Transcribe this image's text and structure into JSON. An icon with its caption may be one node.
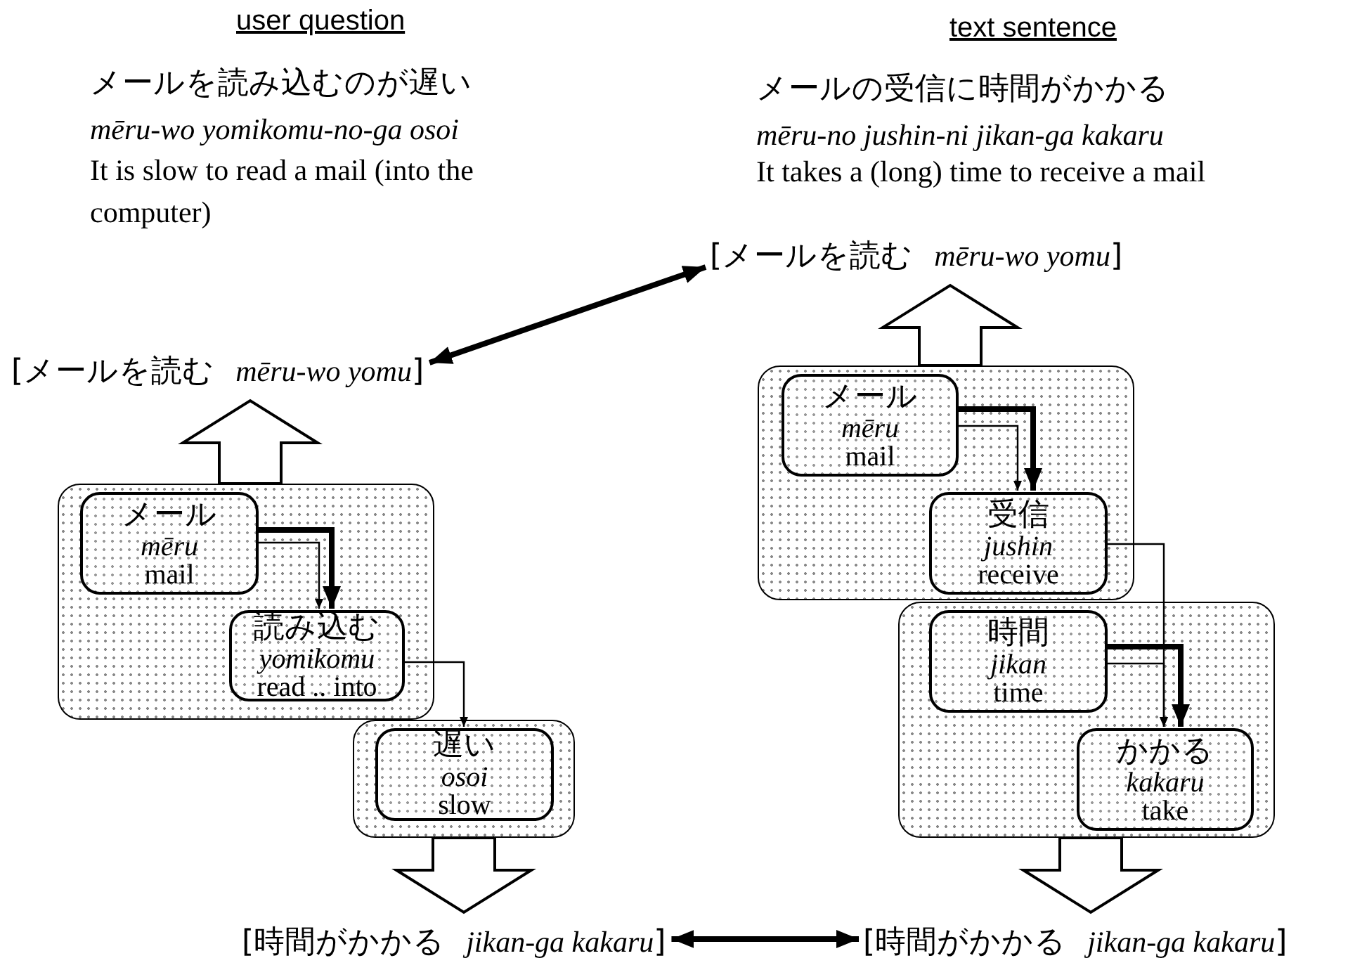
{
  "diagram": {
    "nodes": [
      {
        "text": [],
        "shape": "box"
      },
      {
        "text": [
          "メール",
          "mēru",
          "mail"
        ],
        "in": 0
      },
      {
        "text": [
          "読み込む",
          "yomikomu",
          "read .. into"
        ],
        "in": 0
      },
      {
        "text": [],
        "shape": "box"
      },
      {
        "text": [
          "遅い",
          "osoi",
          "slow"
        ],
        "in": 3
      },
      {
        "text": [],
        "shape": "box"
      },
      {
        "text": [
          "メール",
          "mēru",
          "mail"
        ],
        "in": 5
      },
      {
        "text": [
          "受信",
          "jushin",
          "receive"
        ],
        "in": 5
      },
      {
        "text": [],
        "shape": "box"
      },
      {
        "text": [
          "時間",
          "jikan",
          "time"
        ],
        "in": 8
      },
      {
        "text": [
          "かかる",
          "kakaru",
          "take"
        ],
        "in": 8
      },
      {
        "text": [
          "[メールを読む  *mēru-wo yomu*]"
        ]
      },
      {
        "text": [
          "[メールを読む  *mēru-wo yomu*]"
        ]
      },
      {
        "text": [
          "[時間がかかる  *jikan-ga kakaru*]"
        ]
      },
      {
        "text": [
          "[時間がかかる  *jikan-ga kakaru*]"
        ]
      }
    ],
    "edges": [
      {
        "from": 1,
        "to": 2,
        "arrow": "to"
      },
      {
        "from": 1,
        "to": 2,
        "arrow": "to",
        "style": "thick"
      },
      {
        "from": 2,
        "to": 4,
        "arrow": "to"
      },
      {
        "from": 6,
        "to": 7,
        "arrow": "to"
      },
      {
        "from": 6,
        "to": 7,
        "arrow": "to",
        "style": "thick"
      },
      {
        "from": 7,
        "to": 10,
        "arrow": "to"
      },
      {
        "from": 9,
        "to": 10,
        "arrow": "to"
      },
      {
        "from": 9,
        "to": 10,
        "arrow": "to",
        "style": "thick"
      },
      {
        "from": 0,
        "to": 11,
        "arrow": "to"
      },
      {
        "from": 5,
        "to": 12,
        "arrow": "to"
      },
      {
        "from": 3,
        "to": 13,
        "arrow": "to"
      },
      {
        "from": 8,
        "to": 14,
        "arrow": "to"
      },
      {
        "from": 11,
        "to": 12,
        "arrow": "both",
        "style": "thick"
      },
      {
        "from": 13,
        "to": 14,
        "arrow": "both",
        "style": "thick"
      }
    ],
    "labels": [
      "user question",
      "メールを読み込むのが遅い",
      "mēru-wo yomikomu-no-ga osoi",
      "It is slow to read a mail (into the computer)",
      "text sentence",
      "メールの受信に時間がかかる",
      "mēru-no jushin-ni jikan-ga kakaru",
      "It takes a (long) time to receive a mail"
    ]
  }
}
